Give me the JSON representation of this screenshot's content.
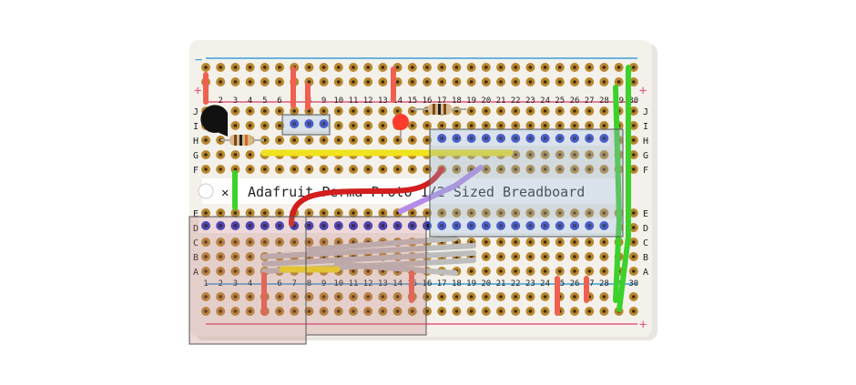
{
  "board": {
    "title": "Adafruit Perma-Proto 1/2 Sized Breadboard",
    "title_visible": "Adafruit Perma-Proto 1/2 Sized Breadboard",
    "column_numbers": [
      "1",
      "2",
      "3",
      "4",
      "5",
      "6",
      "7",
      "8",
      "9",
      "10",
      "11",
      "12",
      "13",
      "14",
      "15",
      "16",
      "17",
      "18",
      "19",
      "20",
      "21",
      "22",
      "23",
      "24",
      "25",
      "26",
      "27",
      "28",
      "29",
      "30"
    ],
    "row_letters_top": [
      "J",
      "I",
      "H",
      "G",
      "F"
    ],
    "row_letters_bottom": [
      "E",
      "D",
      "C",
      "B",
      "A"
    ],
    "rail_symbol_plus": "+",
    "rail_symbol_minus": "−"
  },
  "colors": {
    "board": "#f4f1ea",
    "pad": "#b8872e",
    "pad_hole": "#3a2a10",
    "rail_blue": "#3aa0d8",
    "rail_red": "#e35a7a",
    "wire_green": "#3bd22a",
    "wire_yellow": "#f0e21e",
    "wire_red": "#d21e1e",
    "wire_purple": "#b48ce8",
    "wire_gray": "#b8b8b8",
    "led_red": "#ff3b2e",
    "header_blue": "#2534c8",
    "overlay_pink": "rgba(190,120,120,0.28)",
    "overlay_blue": "rgba(150,175,200,0.35)"
  }
}
